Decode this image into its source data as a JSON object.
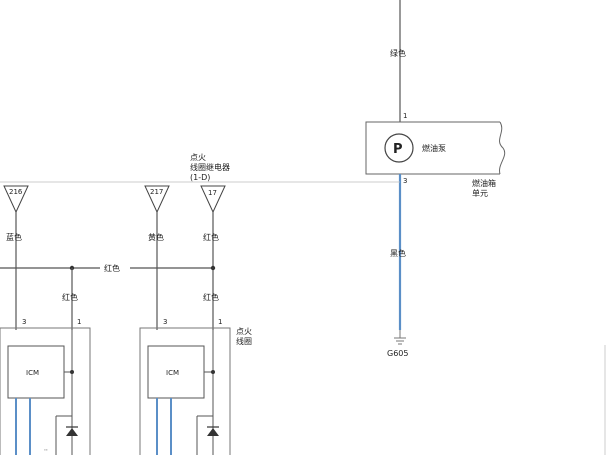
{
  "labels": {
    "green": "绿色",
    "black": "黑色",
    "blue": "蓝色",
    "yellow": "黄色",
    "red": "红色",
    "pump_name": "燃油泵",
    "pump_symbol": "P",
    "tank_unit_line1": "燃油箱",
    "tank_unit_line2": "单元",
    "ground": "G605",
    "relay_line1": "点火",
    "relay_line2": "线圈继电器",
    "relay_line3": "(1-D)",
    "coil_line1": "点火",
    "coil_line2": "线圈",
    "icm": "ICM"
  },
  "pins": {
    "pump_top": "1",
    "pump_bottom": "3",
    "fuse_216": "216",
    "fuse_217": "217",
    "relay_17": "17",
    "icm_left_pin3": "3",
    "icm_left_pin1": "1",
    "icm_right_pin3": "3",
    "icm_right_pin1": "1"
  },
  "colors": {
    "wire": "#555555",
    "blue_wire": "#5b8fc7",
    "box": "#666666"
  }
}
